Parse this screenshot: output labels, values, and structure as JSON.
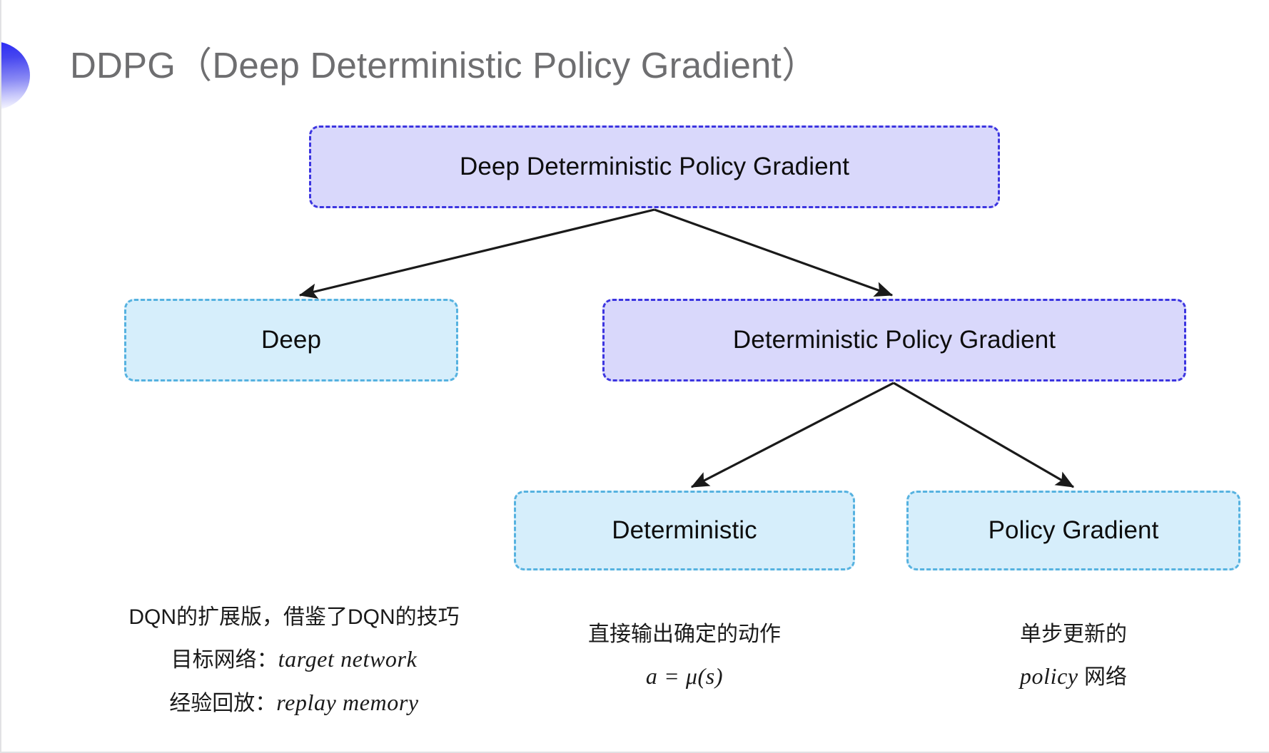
{
  "slide": {
    "title": "DDPG（Deep Deterministic Policy Gradient）",
    "background_color": "#ffffff",
    "accent_color": "#3c35e0"
  },
  "diagram": {
    "type": "tree",
    "nodes": [
      {
        "id": "root",
        "label": "Deep Deterministic Policy Gradient",
        "style": "purple"
      },
      {
        "id": "deep",
        "label": "Deep",
        "style": "blue"
      },
      {
        "id": "dpg",
        "label": "Deterministic Policy Gradient",
        "style": "purple"
      },
      {
        "id": "det",
        "label": "Deterministic",
        "style": "blue"
      },
      {
        "id": "pg",
        "label": "Policy Gradient",
        "style": "blue"
      }
    ],
    "edges": [
      {
        "from": "root",
        "to": "deep"
      },
      {
        "from": "root",
        "to": "dpg"
      },
      {
        "from": "dpg",
        "to": "det"
      },
      {
        "from": "dpg",
        "to": "pg"
      }
    ],
    "colors": {
      "purple_fill": "#d9d8fb",
      "purple_border": "#3c35e0",
      "blue_fill": "#d6eefb",
      "blue_border": "#56b2e0",
      "edge": "#1a1a1a"
    }
  },
  "annotations": {
    "deep": {
      "line1": "DQN的扩展版，借鉴了DQN的技巧",
      "line2_label": "目标网络：",
      "line2_math": "target network",
      "line3_label": "经验回放：",
      "line3_math": "replay memory"
    },
    "deterministic": {
      "line1": "直接输出确定的动作",
      "line2_math": "a = μ(s)"
    },
    "policy_gradient": {
      "line1": "单步更新的",
      "line2_math": "policy",
      "line2_suffix": " 网络"
    }
  }
}
